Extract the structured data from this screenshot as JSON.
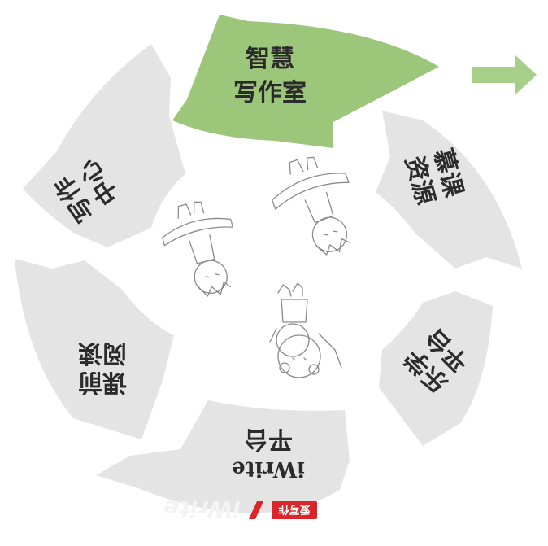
{
  "diagram": {
    "segments": [
      {
        "id": "smart-writing-room",
        "line1": "智慧",
        "line2": "写作室",
        "color": "#9cc77a",
        "highlighted": true
      },
      {
        "id": "mooc-resources",
        "line1": "慕课",
        "line2": "资源",
        "color": "#e4e4e4",
        "highlighted": false
      },
      {
        "id": "lexue-platform",
        "line1": "乐学",
        "line2": "平台",
        "color": "#e4e4e4",
        "highlighted": false
      },
      {
        "id": "iwrite-platform",
        "line1": "iWrite",
        "line2": "平台",
        "color": "#e4e4e4",
        "highlighted": false
      },
      {
        "id": "course-reading",
        "line1": "课前",
        "line2": "阅读",
        "color": "#e4e4e4",
        "highlighted": false
      },
      {
        "id": "writing-center",
        "line1": "写作",
        "line2": "中心",
        "color": "#e4e4e4",
        "highlighted": false
      }
    ],
    "arrow_color": "#a6d08a",
    "center_icon": "students-reading-sketch-icon",
    "brand": {
      "wordmark": "iWrite",
      "badge": "爱写作",
      "badge_color": "#d9262a",
      "slash_color": "#d9262a"
    }
  }
}
